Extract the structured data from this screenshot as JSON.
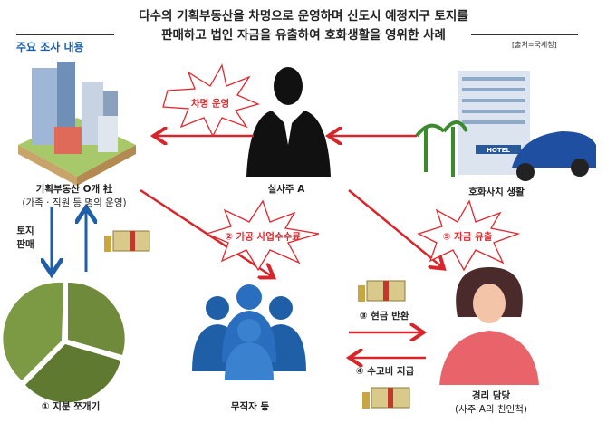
{
  "header": {
    "title_line1": "다수의 기획부동산을 차명으로 운영하며 신도시 예정지구 토지를",
    "title_line2": "판매하고 법인 자금을 유출하여 호화생활을 영위한 사례",
    "section_label": "주요 조사 내용",
    "source": "[출처=국세청]"
  },
  "nodes": {
    "companies": {
      "label": "기획부동산 O개 社",
      "sub": "(가족 · 직원 등 명의 운영)"
    },
    "owner": {
      "label": "실사주 A"
    },
    "luxury": {
      "label": "호화사치 생활",
      "hotel_sign": "HOTEL"
    },
    "land": {
      "label": "① 지분 쪼개기"
    },
    "nominees": {
      "label": "무직자 등"
    },
    "accountant": {
      "label": "경리 담당",
      "sub": "(사주 A의 친인척)"
    }
  },
  "flows": {
    "borrowed_name": "차명 운영",
    "fake_fee": "② 가공 사업수수료",
    "cash_return": "③ 현금 반환",
    "labor_fee": "④ 수고비 지급",
    "fund_outflow": "⑤ 자금 유출",
    "land_sale": "토지\n판매"
  },
  "colors": {
    "accent_red": "#d8252b",
    "blue": "#1f5fa8",
    "title_blue": "#1b5fae"
  }
}
